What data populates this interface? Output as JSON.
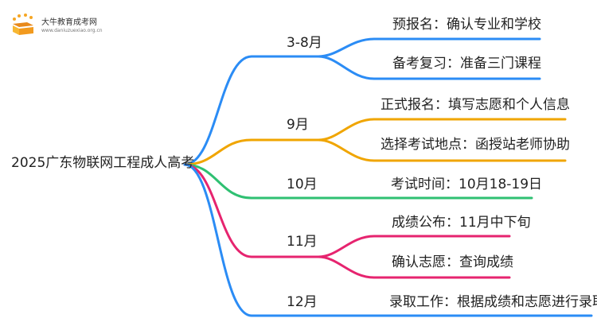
{
  "logo": {
    "title": "大牛教育成考网",
    "url": "www.daniuzuexiao.org.cn"
  },
  "root": "2025广东物联网工程成人高考",
  "branches": [
    {
      "month": "3-8月",
      "color": "#2b8cf5",
      "children": [
        "预报名：确认专业和学校",
        "备考复习：准备三门课程"
      ]
    },
    {
      "month": "9月",
      "color": "#f0a500",
      "children": [
        "正式报名：填写志愿和个人信息",
        "选择考试地点：函授站老师协助"
      ]
    },
    {
      "month": "10月",
      "color": "#2fc072",
      "children": [
        "考试时间：10月18-19日"
      ]
    },
    {
      "month": "11月",
      "color": "#e6246f",
      "children": [
        "成绩公布：11月中下旬",
        "确认志愿：查询成绩"
      ]
    },
    {
      "month": "12月",
      "color": "#2b8cf5",
      "children": [
        "录取工作：根据成绩和志愿进行录取"
      ]
    }
  ]
}
